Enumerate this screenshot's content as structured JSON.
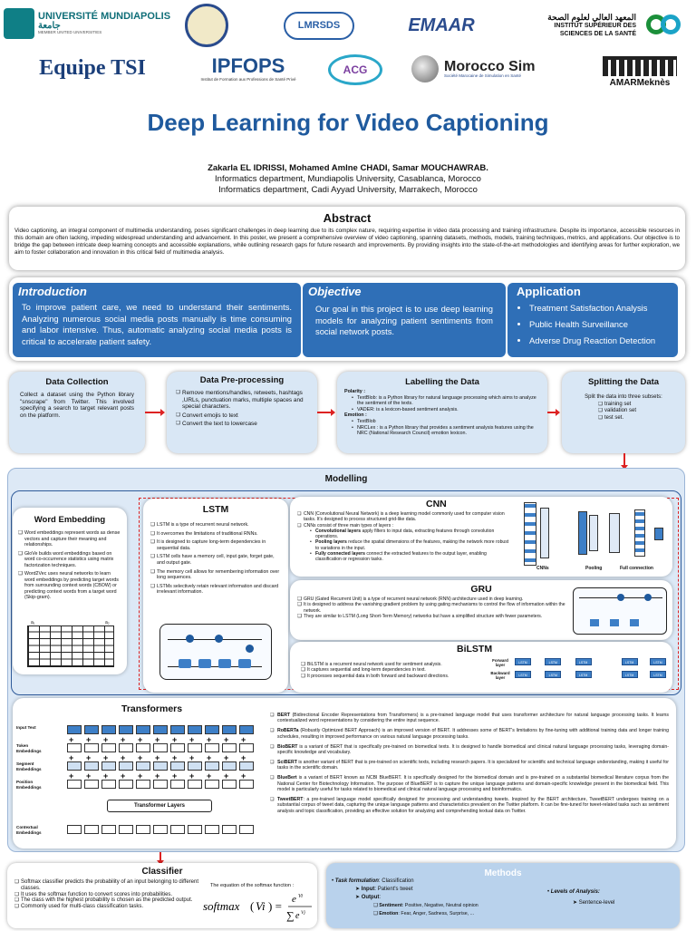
{
  "logos": {
    "mundiapolis_name": "UNIVERSITÉ MUNDIAPOLIS",
    "mundiapolis_arabic": "جامعة",
    "mundiapolis_sub": "MEMBER UNITED UNIVERSITIES",
    "lmrsds": "LMRSDS",
    "emaar": "EMAAR",
    "ismsante_arabic": "المعهد العالي لعلوم الصحة",
    "ismsante": "INSTITUT SUPÉRIEUR DES SCIENCES DE LA SANTÉ",
    "equipe_tsi": "Equipe TSI",
    "ipfops": "IPFOPS",
    "ipfops_sub": "Institut de Formation aux Professions de Santé Privé",
    "acg": "ACG",
    "morocco_sim": "Morocco Sim",
    "morocco_sim_sub": "Société Marocaine de Simulation en Santé",
    "amarmeknes": "AMARMeknès"
  },
  "title": "Deep Learning for Video Captioning",
  "authors": {
    "names": "Zakarla EL IDRISSI, Mohamed Amlne CHADI, Samar MOUCHAWRAB.",
    "aff1": "Informatics department, Mundiapolis University, Casablanca, Morocco",
    "aff2": "Informatics department, Cadi Ayyad University, Marrakech, Morocco"
  },
  "abstract": {
    "heading": "Abstract",
    "text": "Video captioning, an integral component of multimedia understanding, poses significant challenges in deep learning due to its complex nature, requiring expertise in video data processing and training infrastructure. Despite its importance, accessible resources in this domain are often lacking, impeding widespread understanding and advancement. In this poster, we present a comprehensive overview of video captioning, spanning datasets, methods, models, training techniques, metrics, and applications. Our objective is to bridge the gap between intricate deep learning concepts and accessible explanations, while outlining research gaps for future research and improvements. By providing insights into the state-of-the-art methodologies and identifying areas for further exploration, we aim to foster collaboration and innovation in this critical field of multimedia analysis."
  },
  "intro": {
    "heading": "Introduction",
    "text": "To improve patient care, we need to understand their sentiments. Analyzing numerous social media posts manually is time consuming and labor intensive. Thus, automatic analyzing social media posts is critical to accelerate patient safety."
  },
  "objective": {
    "heading": "Objective",
    "text": "Our goal in this project is to use deep learning models for analyzing patient sentiments from social network posts."
  },
  "application": {
    "heading": "Application",
    "items": [
      "Treatment Satisfaction Analysis",
      "Public Health Surveillance",
      "Adverse Drug Reaction Detection"
    ]
  },
  "collection": {
    "heading": "Data Collection",
    "text": "Collect a dataset using the Python library \"snscrape\" from Twitter. This involved specifying a search to target relevant posts on the platform."
  },
  "preprocessing": {
    "heading": "Data Pre-processing",
    "items": [
      "Remove mentions/handles, retweets, hashtags ,URLs, punctuation marks, multiple spaces and special characters.",
      "Convert emojis to text",
      "Convert the text to lowercase"
    ]
  },
  "labelling": {
    "heading": "Labelling the Data",
    "polarity": "Polarity :",
    "polarity_items": [
      "TextBlob: is a Python library for natural language processing which aims to analyze the sentiment of the texts.",
      "VADER: is a lexicon-based sentiment analysis."
    ],
    "emotion": "Emotion :",
    "emotion_items": [
      "TextBlob",
      "NRCLex : is a Python library that provides a sentiment analysis features using the NRC (National Research Council) emotion lexicon."
    ]
  },
  "splitting": {
    "heading": "Splitting the Data",
    "text": "Split the data into three subsets:",
    "items": [
      "training set",
      "validation set",
      "test set."
    ]
  },
  "modelling": {
    "heading": "Modelling",
    "word_embedding": {
      "heading": "Word Embedding",
      "items": [
        "Word embeddings represent words as dense vectors and capture their meaning and relationships.",
        "GloVe builds word embeddings based on word co-occurrence statistics using matrix factorization techniques.",
        "Word2Vec uses neural networks to learn word embeddings by predicting target words from surrounding context words (CBOW) or predicting context words from a target word (Skip-gram)."
      ],
      "axis": [
        "a₁",
        "a₂"
      ]
    },
    "lstm": {
      "heading": "LSTM",
      "items": [
        "LSTM is a type of recurrent neural network.",
        "It overcomes the limitations of traditional RNNs.",
        "It is designed to capture long-term dependencies in sequential data.",
        "LSTM cells have a memory cell, input gate, forget gate, and output gate.",
        "The memory cell allows for remembering information over long sequences.",
        "LSTMs selectively retain relevant information and discard irrelevant information."
      ]
    },
    "cnn": {
      "heading": "CNN",
      "intro": "CNN (Convolutional Neural Network) is a deep learning model commonly used for computer vision tasks. It's designed to process structured grid-like data.",
      "intro2": "CNNs consist of three main types of layers :",
      "layers": [
        {
          "name": "Convolutional layers",
          "desc": " apply filters to input data, extracting features through convolution operations."
        },
        {
          "name": "Pooling layers",
          "desc": " reduce the spatial dimensions of the features, making the network more robust to variations in the input."
        },
        {
          "name": "Fully connected layers",
          "desc": " connect the extracted features to the output layer, enabling classification or regression tasks."
        }
      ],
      "labels": [
        "CNNs",
        "Pooling",
        "Full connection"
      ]
    },
    "gru": {
      "heading": "GRU",
      "items": [
        "GRU (Gated Recurrent Unit) is a type of recurrent neural network (RNN) architecture used in deep learning.",
        "It is designed to address the vanishing gradient problem by using gating mechanisms to control the flow of information within the network.",
        "They are similar to LSTM (Long Short-Term Memory) networks but have a simplified structure with fewer parameters."
      ]
    },
    "bilstm": {
      "heading": "BiLSTM",
      "items": [
        "BiLSTM is a recurrent neural network used for sentiment analysis.",
        "It captures sequential and long-term dependencies in text.",
        "It processes sequential data in both forward and backward directions."
      ],
      "forward": "Forward layer",
      "backward": "Backward layer",
      "cell": "LSTM"
    },
    "transformers": {
      "heading": "Transformers",
      "row_labels": [
        "Input Text",
        "Token Embeddings",
        "Segment Embeddings",
        "Position Embeddings",
        "Contextual Embeddings"
      ],
      "layer_label": "Transformer Layers",
      "models": [
        {
          "name": "BERT",
          "desc": " (Bidirectional Encoder Representations from Transformers) is a pre-trained language model that uses transformer architecture for natural language processing tasks. It learns contextualized word representations by considering the entire input sequence."
        },
        {
          "name": "RoBERTa",
          "desc": " (Robustly Optimized BERT Approach) is an improved version of BERT. It addresses some of BERT's limitations by fine-tuning with additional training data and longer training schedules, resulting in improved performance on various natural language processing tasks."
        },
        {
          "name": "BioBERT",
          "desc": " is a variant of BERT that is specifically pre-trained on biomedical texts. It is designed to handle biomedical and clinical natural language processing tasks, leveraging domain-specific knowledge and vocabulary."
        },
        {
          "name": "SciBERT",
          "desc": " is another variant of BERT that is pre-trained on scientific texts, including research papers. It is specialized for scientific and technical language understanding, making it useful for tasks in the scientific domain."
        },
        {
          "name": "BlueBert",
          "desc": " is a variant of BERT known as NCBI BlueBERT. It is specifically designed for the biomedical domain and is pre-trained on a substantial biomedical literature corpus from the National Center for Biotechnology Information. The purpose of BlueBERT is to capture the unique language patterns and domain-specific knowledge present in the biomedical field. This model is particularly useful for tasks related to biomedical and clinical natural language processing and bioinformatics."
        },
        {
          "name": "TweetBERT",
          "desc": ": a pre-trained language model specifically designed for processing and understanding tweets. Inspired by the BERT architecture, TweetBERT undergoes training on a substantial corpus of tweet data, capturing the unique language patterns and characteristics prevalent on the Twitter platform. It can be fine-tuned for tweet-related tasks such as sentiment analysis and topic classification, providing an effective solution for analyzing and comprehending textual data on Twitter."
        }
      ]
    }
  },
  "classifier": {
    "heading": "Classifier",
    "items": [
      "Softmax classifier predicts the probability of an input belonging to different classes.",
      "It uses the softmax function to convert scores into probabilities.",
      "The class with the highest probability is chosen as the predicted output.",
      "Commonly used for multi-class classification tasks."
    ],
    "equation_label": "The equation of the softmax function :"
  },
  "methods": {
    "heading": "Methods",
    "task": "Task formulation",
    "task_value": ": Classification",
    "input": "Input",
    "input_value": ": Patient's tweet",
    "output": "Output",
    "sentiment": "Sentiment",
    "sentiment_value": ": Positive, Negative, Neutral opinion",
    "emotion": "Emotion",
    "emotion_value": ": Fear, Anger, Sadness, Surprise, ...",
    "levels": "Levels of Analysis:",
    "level_item": "Sentence-level"
  },
  "colors": {
    "title": "#1f5a9e",
    "panel": "#2f6fb7",
    "light": "#d9e7f5",
    "arrow": "#dd2222"
  }
}
